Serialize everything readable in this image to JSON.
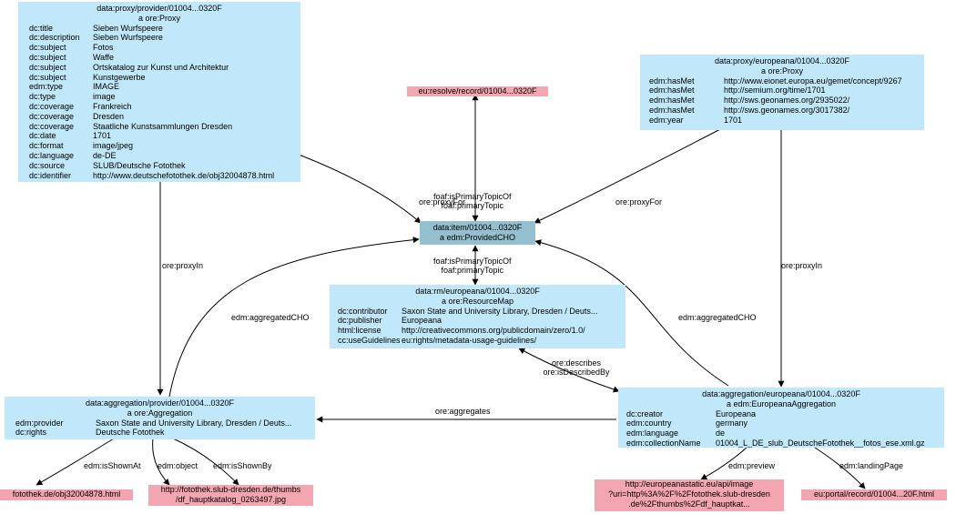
{
  "nodes": {
    "proxy_provider": {
      "id": "data:proxy/provider/01004...0320F",
      "type": "a ore:Proxy",
      "props": [
        {
          "k": "dc:title",
          "v": "Sieben Wurfspeere"
        },
        {
          "k": "dc:description",
          "v": "Sieben Wurfspeere"
        },
        {
          "k": "dc:subject",
          "v": "Fotos"
        },
        {
          "k": "dc:subject",
          "v": "Waffe"
        },
        {
          "k": "dc:subject",
          "v": "Ortskatalog zur Kunst und Architektur"
        },
        {
          "k": "dc:subject",
          "v": "Kunstgewerbe"
        },
        {
          "k": "edm:type",
          "v": "IMAGE"
        },
        {
          "k": "dc:type",
          "v": "image"
        },
        {
          "k": "dc:coverage",
          "v": "Frankreich"
        },
        {
          "k": "dc:coverage",
          "v": "Dresden"
        },
        {
          "k": "dc:coverage",
          "v": "Staatliche Kunstsammlungen Dresden"
        },
        {
          "k": "dc:date",
          "v": "1701"
        },
        {
          "k": "dc:format",
          "v": "image/jpeg"
        },
        {
          "k": "dc:language",
          "v": "de-DE"
        },
        {
          "k": "dc:source",
          "v": "SLUB/Deutsche Fotothek"
        },
        {
          "k": "dc:identifier",
          "v": "http://www.deutschefotothek.de/obj32004878.html"
        }
      ]
    },
    "proxy_europeana": {
      "id": "data:proxy/europeana/01004...0320F",
      "type": "a ore:Proxy",
      "props": [
        {
          "k": "edm:hasMet",
          "v": "http://www.eionet.europa.eu/gemet/concept/9267"
        },
        {
          "k": "edm:hasMet",
          "v": "http://semium.org/time/1701"
        },
        {
          "k": "edm:hasMet",
          "v": "http://sws.geonames.org/2935022/"
        },
        {
          "k": "edm:hasMet",
          "v": "http://sws.geonames.org/3017382/"
        },
        {
          "k": "edm:year",
          "v": "1701"
        }
      ]
    },
    "item": {
      "id": "data:item/01004...0320F",
      "type": "a edm:ProvidedCHO"
    },
    "rm": {
      "id": "data:rm/europeana/01004...0320F",
      "type": "a ore:ResourceMap",
      "props": [
        {
          "k": "dc:contributor",
          "v": "Saxon State and University Library, Dresden / Deuts..."
        },
        {
          "k": "dc:publisher",
          "v": "Europeana"
        },
        {
          "k": "html:license",
          "v": "http://creativecommons.org/publicdomain/zero/1.0/"
        },
        {
          "k": "cc:useGuidelines",
          "v": "eu:rights/metadata-usage-guidelines/"
        }
      ]
    },
    "agg_provider": {
      "id": "data:aggregation/provider/01004...0320F",
      "type": "a ore:Aggregation",
      "props": [
        {
          "k": "edm:provider",
          "v": "Saxon State and University Library, Dresden / Deuts..."
        },
        {
          "k": "dc:rights",
          "v": "Deutsche Fotothek"
        }
      ]
    },
    "agg_europeana": {
      "id": "data:aggregation/europeana/01004...0320F",
      "type": "a edm:EuropeanaAggregation",
      "props": [
        {
          "k": "dc:creator",
          "v": "Europeana"
        },
        {
          "k": "edm:country",
          "v": "germany"
        },
        {
          "k": "edm:language",
          "v": "de"
        },
        {
          "k": "edm:collectionName",
          "v": "01004_L_DE_slub_DeutscheFotothek__fotos_ese.xml.gz"
        }
      ]
    }
  },
  "pink_nodes": {
    "resolve": "eu:resolve/record/01004...0320F",
    "shown_at": "fotothek.de/obj32004878.html",
    "object": [
      "http://fotothek.slub-dresden.de/thumbs",
      "/df_hauptkatalog_0263497.jpg"
    ],
    "preview": [
      "http://europeanastatic.eu/api/image",
      "?uri=http%3A%2F%2Ffotothek.slub-dresden",
      ".de%2Fthumbs%2Fdf_hauptkat..."
    ],
    "landing": "eu:portal/record/01004...20F.html"
  },
  "edge_labels": {
    "proxy_for_left": "ore:proxyFor",
    "proxy_for_right": "ore:proxyFor",
    "primary_topic_top": [
      "foaf:isPrimaryTopicOf",
      "foaf:primaryTopic"
    ],
    "primary_topic_bottom": [
      "foaf:isPrimaryTopicOf",
      "foaf:primaryTopic"
    ],
    "proxy_in_left": "ore:proxyIn",
    "proxy_in_right": "ore:proxyIn",
    "aggregated_cho_left": "edm:aggregatedCHO",
    "aggregated_cho_right": "edm:aggregatedCHO",
    "describes": [
      "ore:describes",
      "ore:isDescribedBy"
    ],
    "aggregates": "ore:aggregates",
    "is_shown_at": "edm:isShownAt",
    "object": "edm:object",
    "is_shown_by": "edm:isShownBy",
    "preview": "edm:preview",
    "landing_page": "edm:landingPage"
  },
  "colors": {
    "node_fill": "#c0e8fa",
    "center_fill": "#94bfcf",
    "link_fill": "#f4a6b0",
    "edge_stroke": "#000000"
  }
}
